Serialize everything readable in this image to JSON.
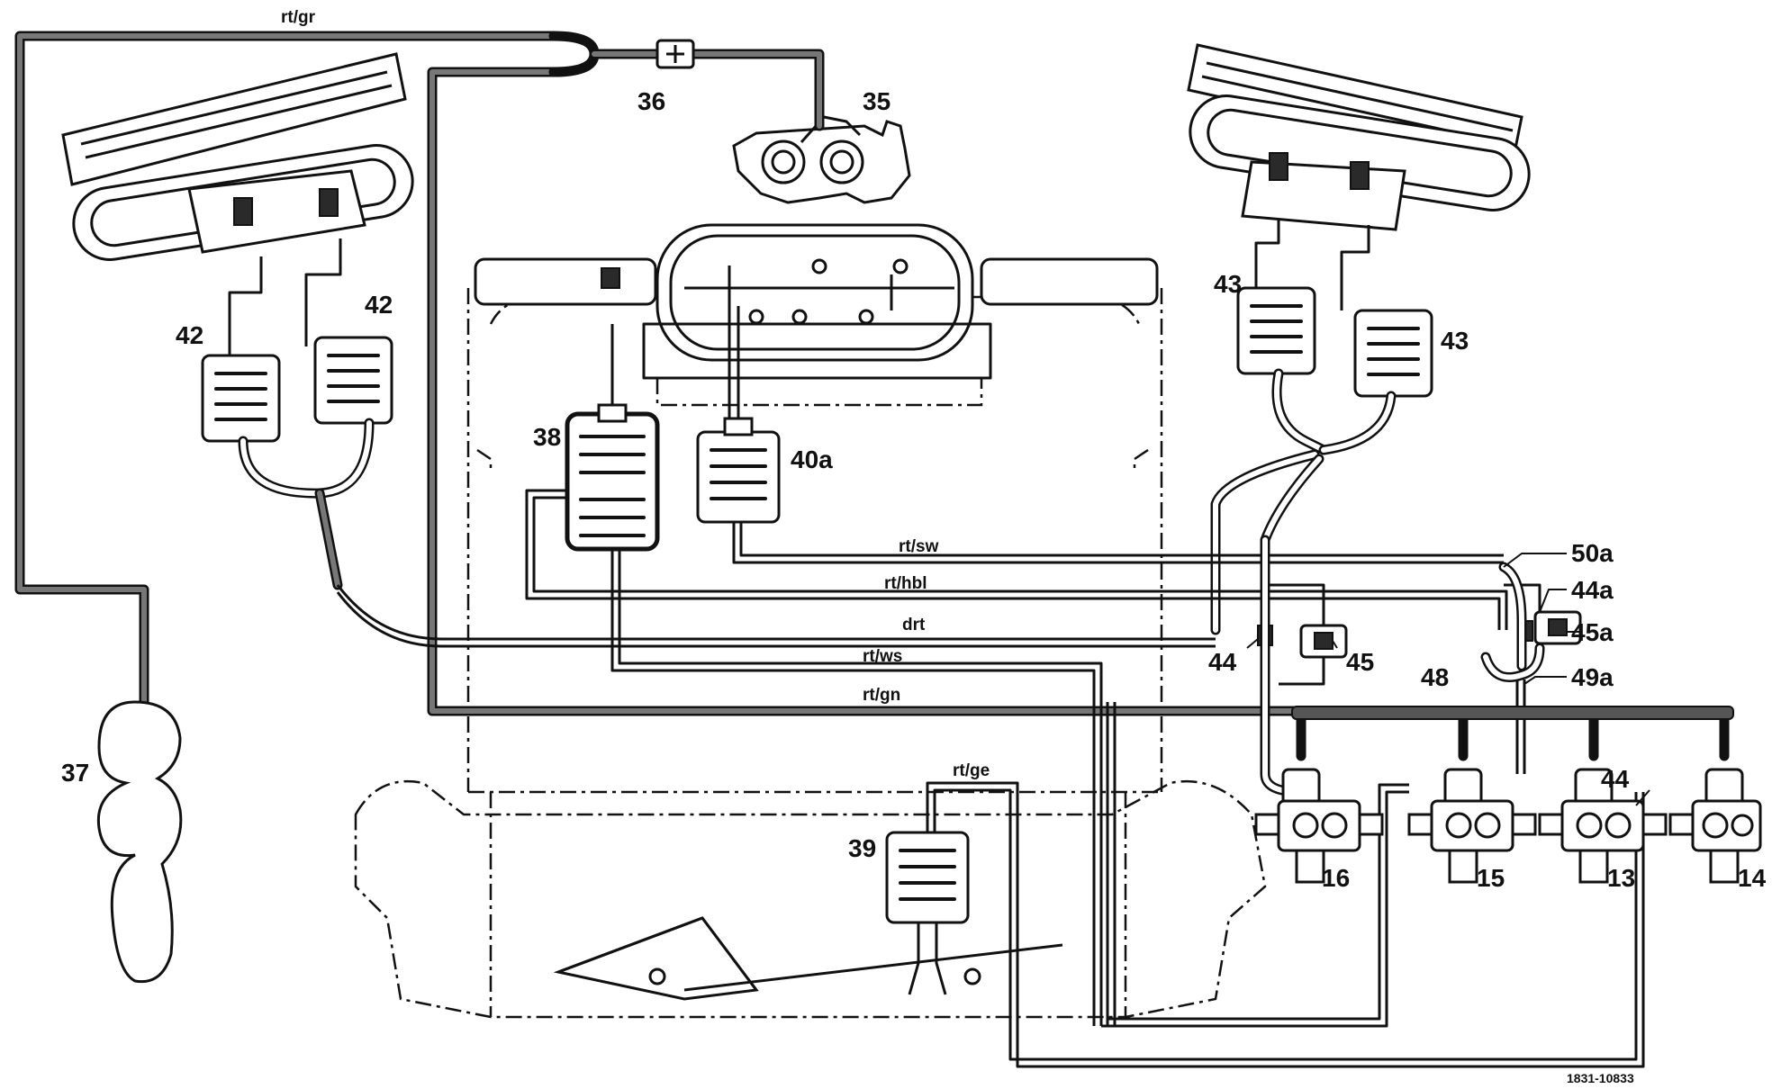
{
  "part_labels": {
    "p35": "35",
    "p36": "36",
    "p37": "37",
    "p38": "38",
    "p39": "39",
    "p40a": "40a",
    "p42_left": "42",
    "p42_right": "42",
    "p43_left": "43",
    "p43_right": "43",
    "p44_mid": "44",
    "p44_right": "44",
    "p44a": "44a",
    "p45": "45",
    "p45a": "45a",
    "p48": "48",
    "p49a": "49a",
    "p50a": "50a",
    "p16": "16",
    "p15": "15",
    "p13": "13",
    "p14": "14"
  },
  "line_labels": {
    "rt_gr": "rt/gr",
    "rt_sw": "rt/sw",
    "rt_hbl": "rt/hbl",
    "drt": "drt",
    "rt_ws": "rt/ws",
    "rt_gn": "rt/gn",
    "rt_ge": "rt/ge"
  },
  "reference": "1831-10833"
}
